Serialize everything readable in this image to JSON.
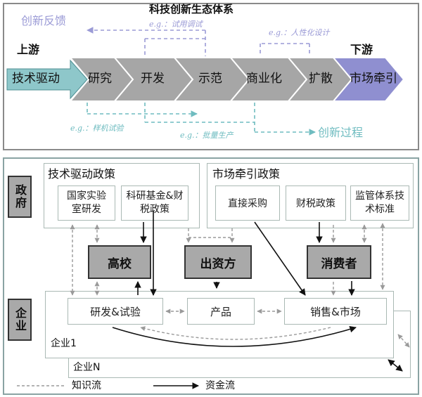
{
  "top": {
    "title": "科技创新生态体系",
    "feedback_label": "创新反馈",
    "process_label": "创新过程",
    "upstream_label": "上游",
    "downstream_label": "下游",
    "chain": [
      "技术驱动",
      "研究",
      "开发",
      "示范",
      "商业化",
      "扩散",
      "市场牵引"
    ],
    "examples": {
      "trial": "e.g.：试用调试",
      "personalized": "e.g.：人性化设计",
      "prototype": "e.g.：样机试验",
      "mass_production": "e.g.：批量生产"
    }
  },
  "bottom": {
    "gov_label": "政府",
    "ent_label": "企业",
    "tech_policy": {
      "title": "技术驱动政策",
      "lab": "国家实验室研发",
      "fund": "科研基金&财税政策"
    },
    "market_policy": {
      "title": "市场牵引政策",
      "procurement": "直接采购",
      "tax": "财税政策",
      "regulation": "监管体系技术标准"
    },
    "actors": {
      "university": "高校",
      "investor": "出资方",
      "consumer": "消费者"
    },
    "enterprise": {
      "rnd": "研发&试验",
      "product": "产品",
      "sales": "销售&市场",
      "ent1": "企业1",
      "entN": "企业N"
    },
    "legend": {
      "knowledge": "知识流",
      "capital": "资金流"
    }
  },
  "colors": {
    "feedback": "#9b9bd6",
    "process": "#6fbcc0",
    "chevron": "#a6a6a6",
    "tech_arrow": "#8ec7ca",
    "market_arrow": "#8f8fd0",
    "box_border": "#aab9b4"
  }
}
